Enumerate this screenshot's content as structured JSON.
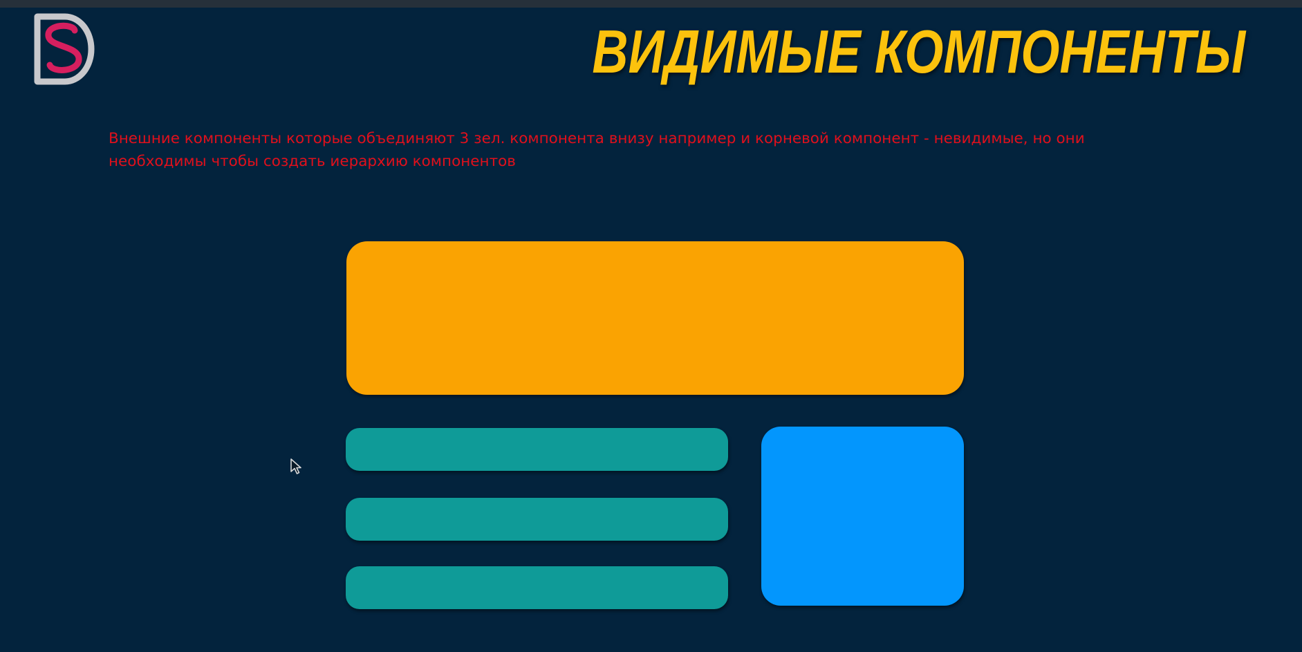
{
  "slide": {
    "title": "ВИДИМЫЕ КОМПОНЕНТЫ",
    "note": "Внешние компоненты которые объединяют 3 зел. компонента внизу например и корневой компонент - невидимые, но они необходимы чтобы создать иерархию компонентов"
  },
  "logo": {
    "icon": "ds-logo-icon"
  },
  "diagram": {
    "blocks": [
      {
        "name": "header-block",
        "color": "#faa302"
      },
      {
        "name": "green-row-block-1",
        "color": "#0f9b98"
      },
      {
        "name": "green-row-block-2",
        "color": "#0f9b98"
      },
      {
        "name": "green-row-block-3",
        "color": "#0f9b98"
      },
      {
        "name": "side-block",
        "color": "#0396fd"
      }
    ]
  },
  "colors": {
    "background": "#03233d",
    "title": "#fcc20d",
    "note": "#e0101c"
  },
  "cursor": {
    "icon": "mouse-cursor-icon"
  }
}
